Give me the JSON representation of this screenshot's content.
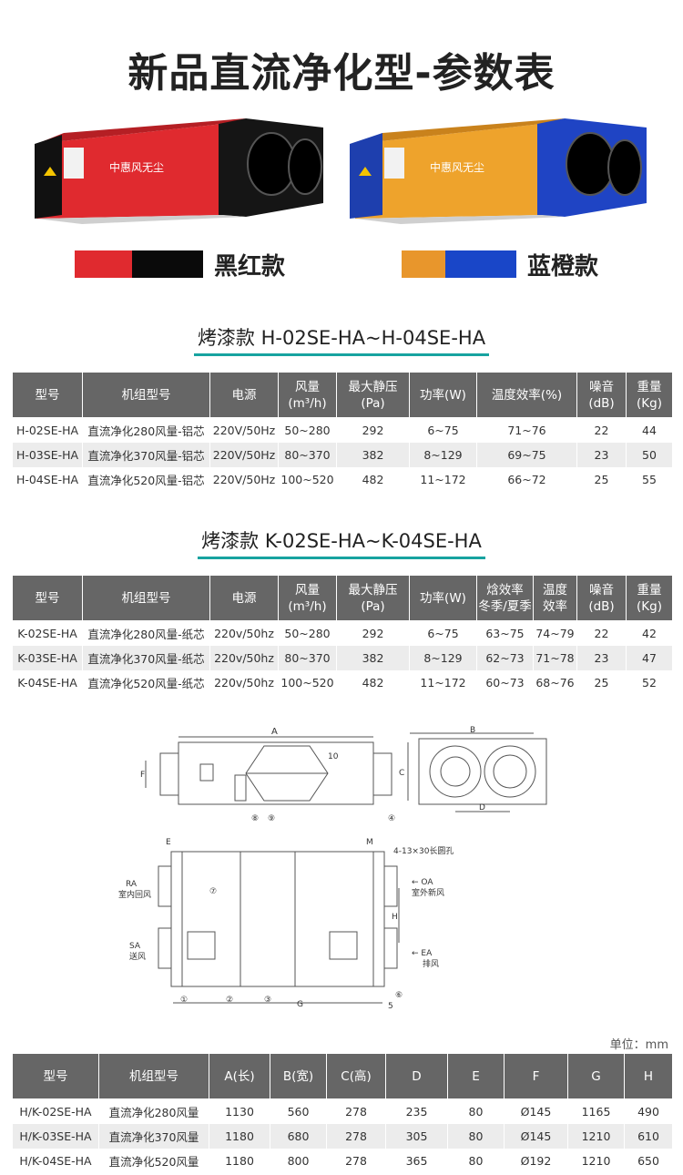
{
  "title": "新品直流净化型-参数表",
  "products": {
    "red": {
      "brand": "中惠风无尘",
      "color_name": "黑红款",
      "swatch_left": "#e02a2f",
      "swatch_right": "#0a0a0a"
    },
    "blue": {
      "brand": "中惠风无尘",
      "color_name": "蓝橙款",
      "swatch_left": "#e8962c",
      "swatch_right": "#1946c8"
    }
  },
  "colors": {
    "accent_underline": "#17a3a0",
    "header_bg": "#666666",
    "stripe_bg": "#ececec"
  },
  "section1": {
    "title": "烤漆款 H-02SE-HA~H-04SE-HA",
    "headers": [
      "型号",
      "机组型号",
      "电源",
      "风量\n(m³/h)",
      "最大静压\n(Pa)",
      "功率(W)",
      "温度效率(%)",
      "噪音\n(dB)",
      "重量\n(Kg)"
    ],
    "rows": [
      [
        "H-02SE-HA",
        "直流净化280风量-铝芯",
        "220V/50Hz",
        "50~280",
        "292",
        "6~75",
        "71~76",
        "22",
        "44"
      ],
      [
        "H-03SE-HA",
        "直流净化370风量-铝芯",
        "220V/50Hz",
        "80~370",
        "382",
        "8~129",
        "69~75",
        "23",
        "50"
      ],
      [
        "H-04SE-HA",
        "直流净化520风量-铝芯",
        "220V/50Hz",
        "100~520",
        "482",
        "11~172",
        "66~72",
        "25",
        "55"
      ]
    ]
  },
  "section2": {
    "title": "烤漆款 K-02SE-HA~K-04SE-HA",
    "headers": [
      "型号",
      "机组型号",
      "电源",
      "风量\n(m³/h)",
      "最大静压\n(Pa)",
      "功率(W)",
      "焓效率\n冬季/夏季",
      "温度\n效率",
      "噪音\n(dB)",
      "重量\n(Kg)"
    ],
    "rows": [
      [
        "K-02SE-HA",
        "直流净化280风量-纸芯",
        "220v/50hz",
        "50~280",
        "292",
        "6~75",
        "63~75",
        "74~79",
        "22",
        "42"
      ],
      [
        "K-03SE-HA",
        "直流净化370风量-纸芯",
        "220v/50hz",
        "80~370",
        "382",
        "8~129",
        "62~73",
        "71~78",
        "23",
        "47"
      ],
      [
        "K-04SE-HA",
        "直流净化520风量-纸芯",
        "220v/50hz",
        "100~520",
        "482",
        "11~172",
        "60~73",
        "68~76",
        "25",
        "52"
      ]
    ]
  },
  "diagram": {
    "labels": {
      "A": "A",
      "B": "B",
      "C": "C",
      "D": "D",
      "E": "E",
      "F": "F",
      "G": "G",
      "H": "H",
      "M": "M",
      "n10": "10",
      "n8": "⑧",
      "n9": "⑨",
      "n4": "④",
      "n7": "⑦",
      "n1": "①",
      "n2": "②",
      "n3": "③",
      "n5": "5",
      "n6": "⑥",
      "holes": "4-13×30长圆孔",
      "ra": "RA",
      "ra_cn": "室内回风",
      "sa": "SA",
      "sa_cn": "送风",
      "oa": "← OA",
      "oa_cn": "室外新风",
      "ea": "← EA",
      "ea_cn": "排风"
    }
  },
  "dimensions": {
    "unit": "单位：mm",
    "headers": [
      "型号",
      "机组型号",
      "A(长)",
      "B(宽)",
      "C(高)",
      "D",
      "E",
      "F",
      "G",
      "H"
    ],
    "rows": [
      [
        "H/K-02SE-HA",
        "直流净化280风量",
        "1130",
        "560",
        "278",
        "235",
        "80",
        "Ø145",
        "1165",
        "490"
      ],
      [
        "H/K-03SE-HA",
        "直流净化370风量",
        "1180",
        "680",
        "278",
        "305",
        "80",
        "Ø145",
        "1210",
        "610"
      ],
      [
        "H/K-04SE-HA",
        "直流净化520风量",
        "1180",
        "800",
        "278",
        "365",
        "80",
        "Ø192",
        "1210",
        "650"
      ]
    ]
  }
}
